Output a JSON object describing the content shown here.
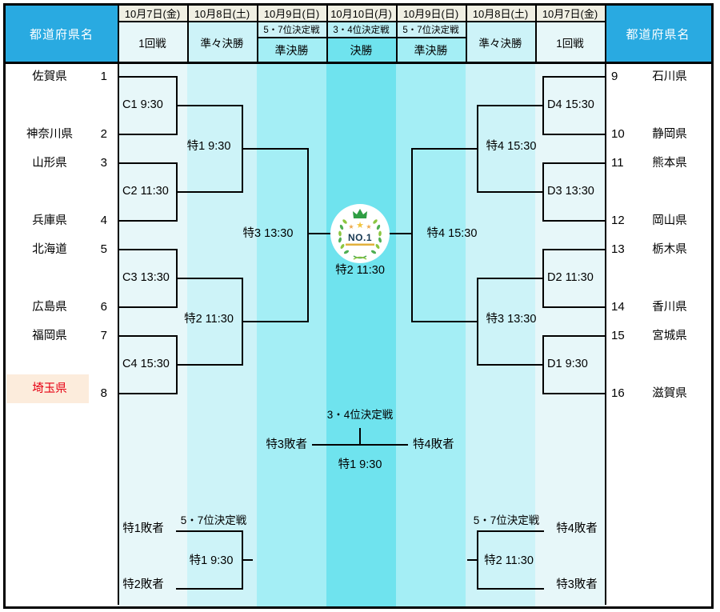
{
  "header": {
    "left_label": "都道府県名",
    "right_label": "都道府県名",
    "columns": [
      {
        "date": "10月7日(金)",
        "round": "1回戦"
      },
      {
        "date": "10月8日(土)",
        "round": "準々決勝"
      },
      {
        "date": "10月9日(日)",
        "round_top": "5・7位決定戦",
        "round_bottom": "準決勝"
      },
      {
        "date": "10月10日(月)",
        "round_top": "3・4位決定戦",
        "round_bottom": "決勝"
      },
      {
        "date": "10月9日(日)",
        "round_top": "5・7位決定戦",
        "round_bottom": "準決勝"
      },
      {
        "date": "10月8日(土)",
        "round": "準々決勝"
      },
      {
        "date": "10月7日(金)",
        "round": "1回戦"
      }
    ]
  },
  "left_seeds": [
    {
      "seed": "1",
      "name": "佐賀県"
    },
    {
      "seed": "2",
      "name": "神奈川県"
    },
    {
      "seed": "3",
      "name": "山形県"
    },
    {
      "seed": "4",
      "name": "兵庫県"
    },
    {
      "seed": "5",
      "name": "北海道"
    },
    {
      "seed": "6",
      "name": "広島県"
    },
    {
      "seed": "7",
      "name": "福岡県"
    },
    {
      "seed": "8",
      "name": "埼玉県",
      "highlighted": true
    }
  ],
  "right_seeds": [
    {
      "seed": "9",
      "name": "石川県"
    },
    {
      "seed": "10",
      "name": "静岡県"
    },
    {
      "seed": "11",
      "name": "熊本県"
    },
    {
      "seed": "12",
      "name": "岡山県"
    },
    {
      "seed": "13",
      "name": "栃木県"
    },
    {
      "seed": "14",
      "name": "香川県"
    },
    {
      "seed": "15",
      "name": "宮城県"
    },
    {
      "seed": "16",
      "name": "滋賀県"
    }
  ],
  "matches": {
    "left_round1": [
      "C1 9:30",
      "C2 11:30",
      "C3 13:30",
      "C4 15:30"
    ],
    "right_round1": [
      "D4 15:30",
      "D3 13:30",
      "D2 11:30",
      "D1 9:30"
    ],
    "left_quarterfinals": [
      "特1 9:30",
      "特2 11:30"
    ],
    "right_quarterfinals": [
      "特4 15:30",
      "特3 13:30"
    ],
    "left_semifinal": "特3 13:30",
    "right_semifinal": "特4 15:30",
    "final_label": "特2 11:30"
  },
  "third_place": {
    "title": "3・4位決定戦",
    "left_loser": "特3敗者",
    "right_loser": "特4敗者",
    "match": "特1 9:30"
  },
  "fifth_left": {
    "title": "5・7位決定戦",
    "top_loser": "特1敗者",
    "bottom_loser": "特2敗者",
    "match": "特1 9:30"
  },
  "fifth_right": {
    "title": "5・7位決定戦",
    "top_loser": "特4敗者",
    "bottom_loser": "特3敗者",
    "match": "特2 11:30"
  },
  "badge": {
    "text": "NO.1"
  },
  "colors": {
    "header-blue": "#29aae1",
    "date-row-bg": "#f0efe3",
    "band-round1": "#e7f7f9",
    "band-quarterfinal": "#cdf3f8",
    "band-semifinal": "#a4eef5",
    "band-final": "#6fe3ee",
    "subheader-34-bg": "#b7f0f6",
    "highlight-bg": "#fcecdc",
    "highlight-text": "#e60012",
    "line-black": "#000000"
  }
}
